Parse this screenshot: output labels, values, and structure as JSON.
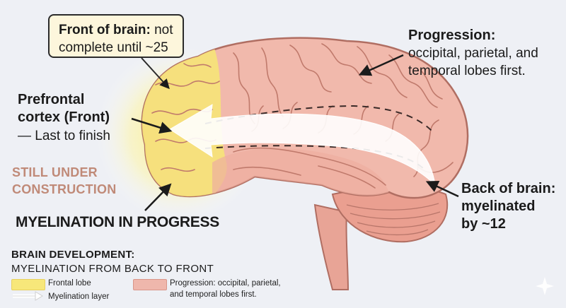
{
  "callout_front": {
    "title": "Front of brain:",
    "rest_line1": "not",
    "line2": "complete until ~25"
  },
  "prefrontal": {
    "line1": "Prefrontal",
    "line2": "cortex (Front)",
    "line3": "— Last to finish"
  },
  "progression": {
    "title": "Progression:",
    "line1": "occipital, parietal, and",
    "line2": "temporal lobes first."
  },
  "back": {
    "line1": "Back of brain:",
    "line2": "myelinated",
    "line3": "by ~12"
  },
  "construction": {
    "line1": "STILL UNDER",
    "line2": "CONSTRUCTION"
  },
  "myelination_progress": "MYELINATION IN PROGRESS",
  "legend": {
    "title": "BRAIN DEVELOPMENT:",
    "subtitle": "MYELINATION FROM BACK TO FRONT",
    "items": [
      {
        "label": "Frontal lobe",
        "color": "#f7e77a"
      },
      {
        "label": "Myelination layer",
        "color": "#ffffff"
      },
      {
        "label_line1": "Progression: occipital, parietal,",
        "label_line2": "and temporal lobes first.",
        "color": "#efb7ac"
      }
    ]
  },
  "colors": {
    "frontal": "#f5e27a",
    "cortex": "#f1b9ac",
    "outline": "#b06e62",
    "cerebellum": "#ea9f90",
    "arrow": "#ffffff",
    "accent_text": "#c08a78"
  }
}
